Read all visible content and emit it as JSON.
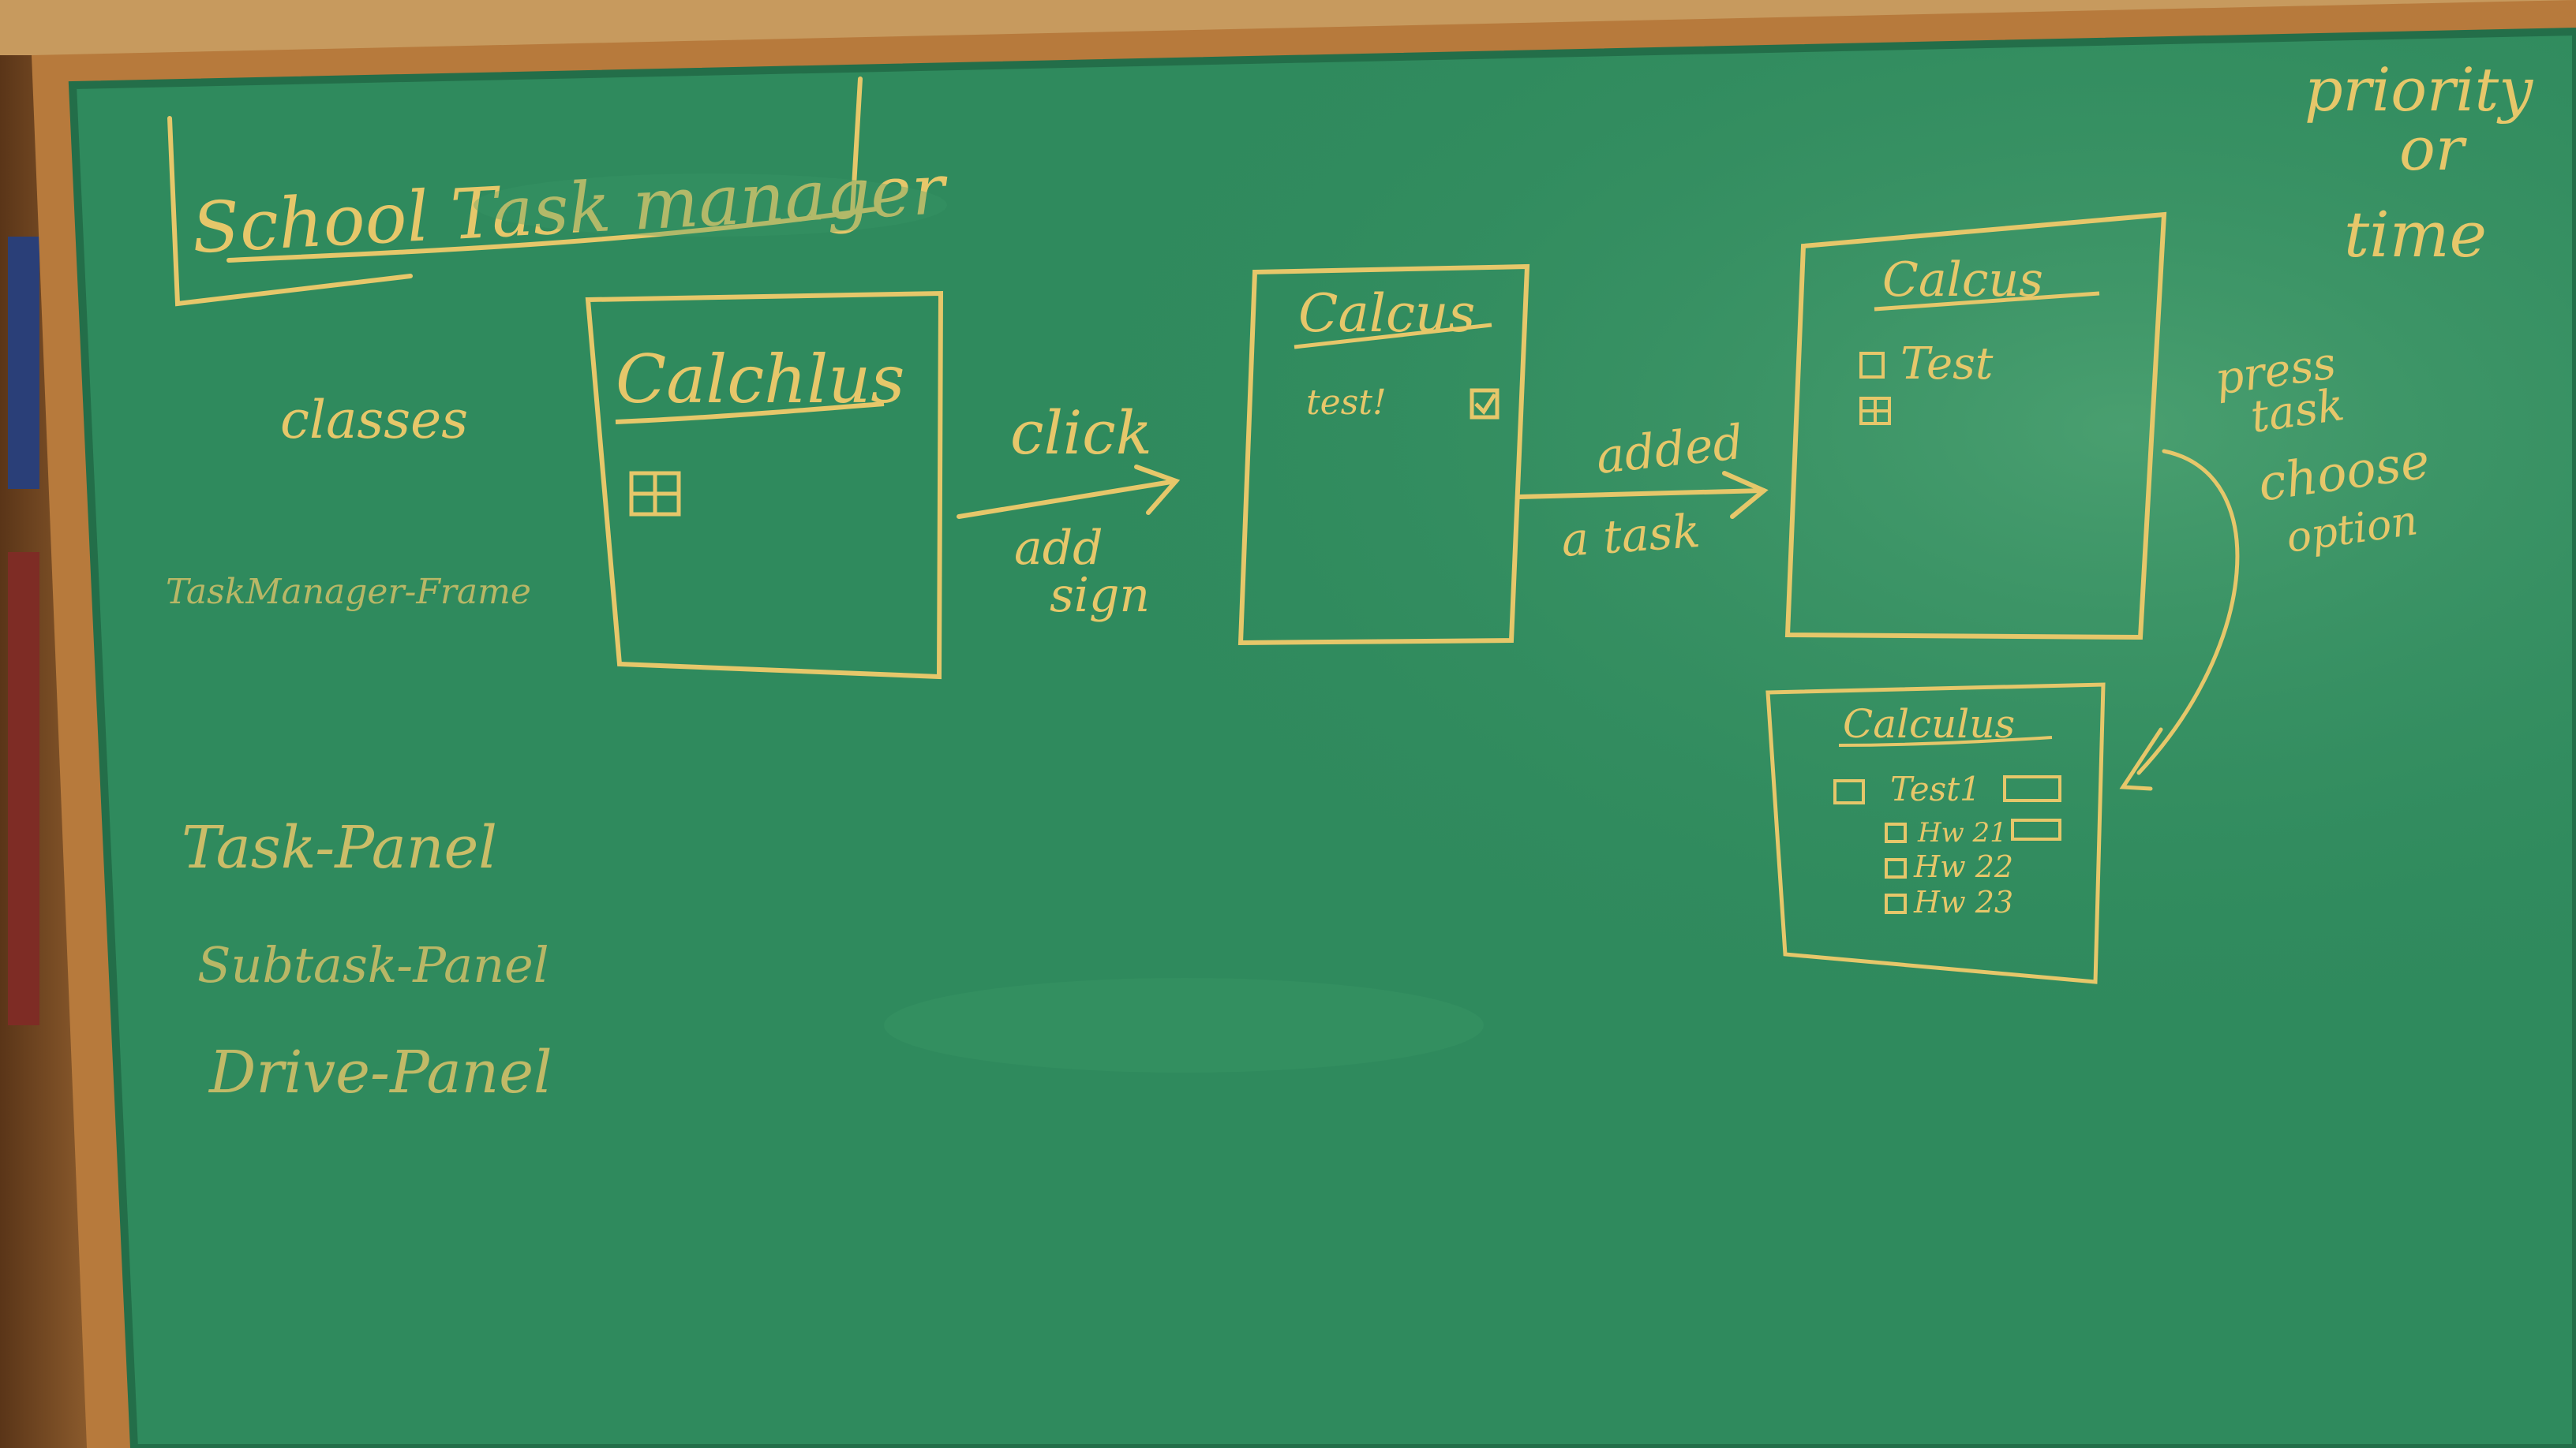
{
  "colors": {
    "board": "#2f8a5d",
    "board_dark": "#236e49",
    "frame": "#b77a3c",
    "chalk": "#e6c76a",
    "shelf": "#6b3f1f"
  },
  "title": "School Task manager",
  "note_top_right": [
    "priority",
    "or",
    "time"
  ],
  "left_list": {
    "classes": "classes",
    "frame": "TaskManager-Frame",
    "panels": [
      "Task-Panel",
      "Subtask-Panel",
      "Drive-Panel"
    ]
  },
  "boxes": [
    {
      "heading": "Calchlus",
      "items": [],
      "icon": "add-sign-icon"
    },
    {
      "heading": "Calcus",
      "items": [
        "test!"
      ],
      "icon": "checkbox-icon"
    },
    {
      "heading": "Calcus",
      "items": [
        "Test"
      ],
      "icon": "add-sign-icon"
    },
    {
      "heading": "Calculus",
      "items": [
        "Test1",
        "Hw 21",
        "Hw 22",
        "Hw 23"
      ]
    }
  ],
  "arrows": [
    {
      "above": "click",
      "below": [
        "add",
        "sign"
      ]
    },
    {
      "above": "added",
      "below": [
        "a task"
      ]
    },
    {
      "above": [
        "press",
        "task",
        "choose",
        "option"
      ]
    }
  ]
}
